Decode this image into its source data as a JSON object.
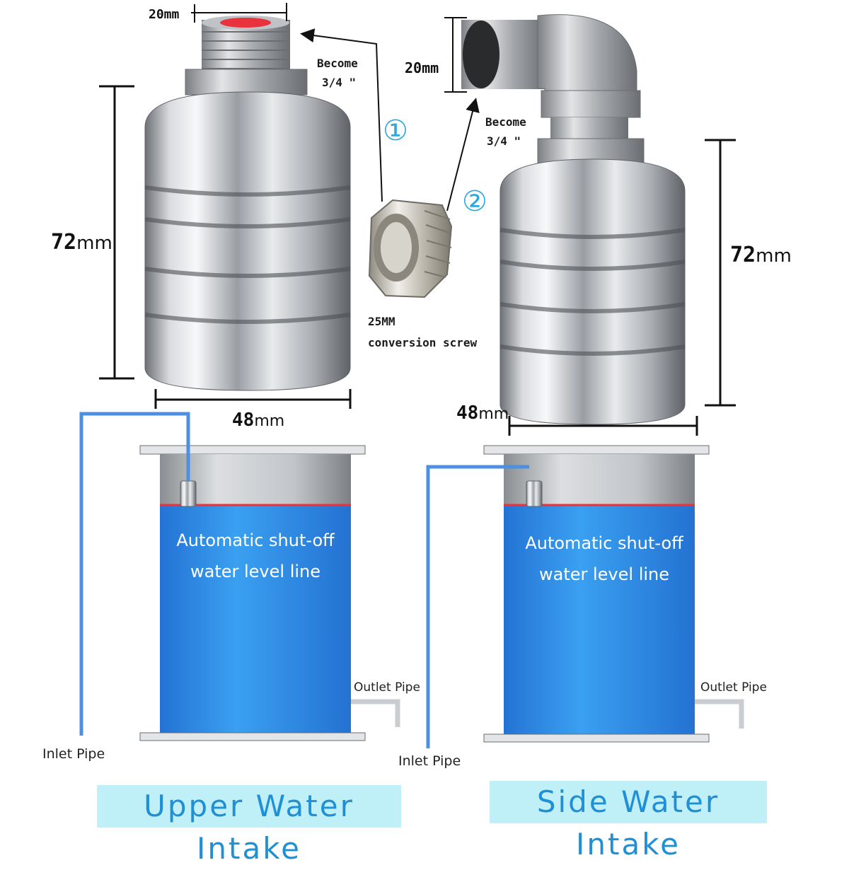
{
  "left": {
    "top_width": "20mm",
    "height_num": "72",
    "height_unit": "mm",
    "width_num": "48",
    "width_unit": "mm",
    "become_1": "Become",
    "become_2": "3/4 \"",
    "marker": "①",
    "tank_text_1": "Automatic shut-off",
    "tank_text_2": "water level line",
    "outlet": "Outlet Pipe",
    "inlet": "Inlet Pipe",
    "title": "Upper Water Intake"
  },
  "right": {
    "top_width": "20mm",
    "height_num": "72",
    "height_unit": "mm",
    "width_num": "48",
    "width_unit": "mm",
    "become_1": "Become",
    "become_2": "3/4 \"",
    "marker": "②",
    "tank_text_1": "Automatic shut-off",
    "tank_text_2": "water level line",
    "outlet": "Outlet Pipe",
    "inlet": "Inlet Pipe",
    "title": "Side Water Intake"
  },
  "screw": {
    "label_1": "25MM",
    "label_2": "conversion screw"
  },
  "colors": {
    "water": "#2b8fe6",
    "steel": "#c9ccd0",
    "pipe": "#4d8fe0",
    "banner_bg": "#bfeff7",
    "banner_text": "#1f8fd6",
    "red_cap": "#e8333c"
  }
}
